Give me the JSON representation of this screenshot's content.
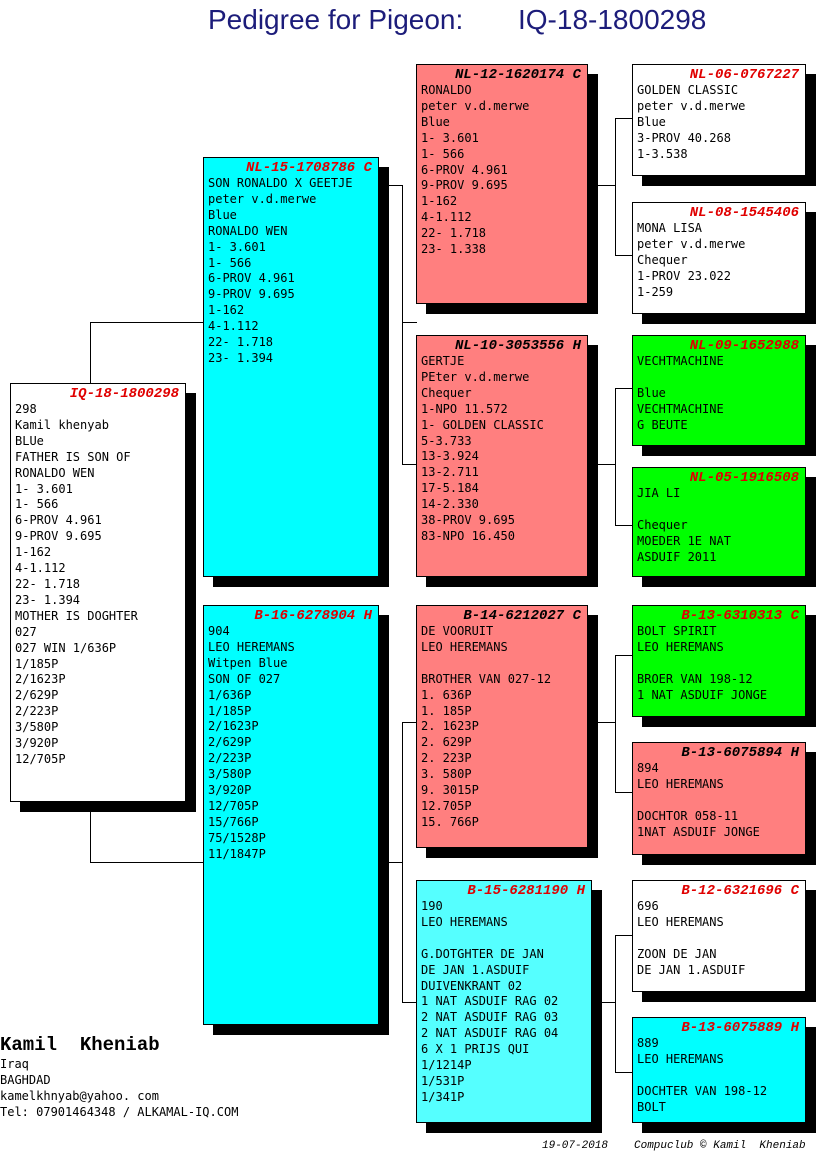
{
  "title": {
    "prefix": "Pedigree for Pigeon:",
    "ring": "IQ-18-1800298"
  },
  "cards": {
    "subject": {
      "ring": "IQ-18-1800298",
      "lines": [
        "298",
        "Kamil khenyab",
        "BLUe",
        "FATHER IS SON OF",
        "RONALDO WEN",
        "1- 3.601",
        "1- 566",
        "6-PROV 4.961",
        "9-PROV 9.695",
        "1-162",
        "4-1.112",
        "22- 1.718",
        "23- 1.394",
        "MOTHER IS DOGHTER",
        "027",
        "027 WIN 1/636P",
        "1/185P",
        "2/1623P",
        "2/629P",
        "2/223P",
        "3/580P",
        "3/920P",
        "12/705P"
      ]
    },
    "sire": {
      "ring": "NL-15-1708786 C",
      "lines": [
        "SON RONALDO X GEETJE",
        "peter v.d.merwe",
        "Blue",
        "RONALDO WEN",
        "1- 3.601",
        "1- 566",
        "6-PROV 4.961",
        "9-PROV 9.695",
        "1-162",
        "4-1.112",
        "22- 1.718",
        "23- 1.394"
      ]
    },
    "dam": {
      "ring": "B-16-6278904 H",
      "lines": [
        "904",
        "LEO HEREMANS",
        "Witpen Blue",
        "SON OF 027",
        "1/636P",
        "1/185P",
        "2/1623P",
        "2/629P",
        "2/223P",
        "3/580P",
        "3/920P",
        "12/705P",
        "15/766P",
        "75/1528P",
        "11/1847P"
      ]
    },
    "ss": {
      "ring": "NL-12-1620174 C",
      "lines": [
        "RONALDO",
        "peter v.d.merwe",
        "Blue",
        "1- 3.601",
        "1- 566",
        "6-PROV 4.961",
        "9-PROV 9.695",
        "1-162",
        "4-1.112",
        "22- 1.718",
        "23- 1.338"
      ]
    },
    "sd": {
      "ring": "NL-10-3053556 H",
      "lines": [
        "GERTJE",
        "PEter v.d.merwe",
        "Chequer",
        "1-NPO 11.572",
        "1- GOLDEN CLASSIC",
        "5-3.733",
        "13-3.924",
        "13-2.711",
        "17-5.184",
        "14-2.330",
        "38-PROV 9.695",
        "83-NPO 16.450"
      ]
    },
    "ds": {
      "ring": "B-14-6212027 C",
      "lines": [
        "DE VOORUIT",
        "LEO HEREMANS",
        "",
        "BROTHER VAN 027-12",
        "1. 636P",
        "1. 185P",
        "2. 1623P",
        "2. 629P",
        "2. 223P",
        "3. 580P",
        "9. 3015P",
        "12.705P",
        "15. 766P"
      ]
    },
    "dd": {
      "ring": "B-15-6281190 H",
      "lines": [
        "190",
        "LEO HEREMANS",
        "",
        "G.DOTGHTER DE JAN",
        "DE JAN 1.ASDUIF",
        "DUIVENKRANT 02",
        "1 NAT ASDUIF RAG 02",
        "2 NAT ASDUIF RAG 03",
        "2 NAT ASDUIF RAG 04",
        "6 X 1 PRIJS QUI",
        "1/1214P",
        "1/531P",
        "1/341P"
      ]
    },
    "sss": {
      "ring": "NL-06-0767227",
      "lines": [
        "GOLDEN CLASSIC",
        "peter v.d.merwe",
        "Blue",
        "3-PROV 40.268",
        "1-3.538"
      ]
    },
    "ssd": {
      "ring": "NL-08-1545406",
      "lines": [
        "MONA LISA",
        "peter v.d.merwe",
        "Chequer",
        "1-PROV 23.022",
        "1-259"
      ]
    },
    "sds": {
      "ring": "NL-09-1652988",
      "lines": [
        "VECHTMACHINE",
        "",
        "Blue",
        "VECHTMACHINE",
        "G BEUTE"
      ]
    },
    "sdd": {
      "ring": "NL-05-1916508",
      "lines": [
        "JIA LI",
        "",
        "Chequer",
        "MOEDER 1E NAT",
        "ASDUIF 2011"
      ]
    },
    "dss": {
      "ring": "B-13-6310313 C",
      "lines": [
        "BOLT SPIRIT",
        "LEO HEREMANS",
        "",
        "BROER VAN 198-12",
        "1 NAT ASDUIF JONGE"
      ]
    },
    "dsd": {
      "ring": "B-13-6075894 H",
      "lines": [
        "894",
        "LEO HEREMANS",
        "",
        "DOCHTOR 058-11",
        "1NAT ASDUIF JONGE"
      ]
    },
    "dds": {
      "ring": "B-12-6321696 C",
      "lines": [
        "696",
        "LEO HEREMANS",
        "",
        "ZOON DE JAN",
        "DE JAN 1.ASDUIF"
      ]
    },
    "ddd": {
      "ring": "B-13-6075889 H",
      "lines": [
        "889",
        "LEO HEREMANS",
        "",
        "DOCHTER VAN 198-12",
        "BOLT"
      ]
    }
  },
  "owner": {
    "name": "Kamil  Kheniab",
    "country": "Iraq",
    "city": "BAGHDAD",
    "email": "kamelkhnyab@yahoo. com",
    "tel": "Tel: 07901464348 / ALKAMAL-IQ.COM"
  },
  "footer": {
    "date": "19-07-2018",
    "credit": "Compuclub © Kamil  Kheniab"
  },
  "colors": {
    "title": "#1c1c7a",
    "ring_red": "#e00000",
    "cyan": "#00ffff",
    "salmon": "#ff7f7f",
    "green": "#00ff00"
  }
}
